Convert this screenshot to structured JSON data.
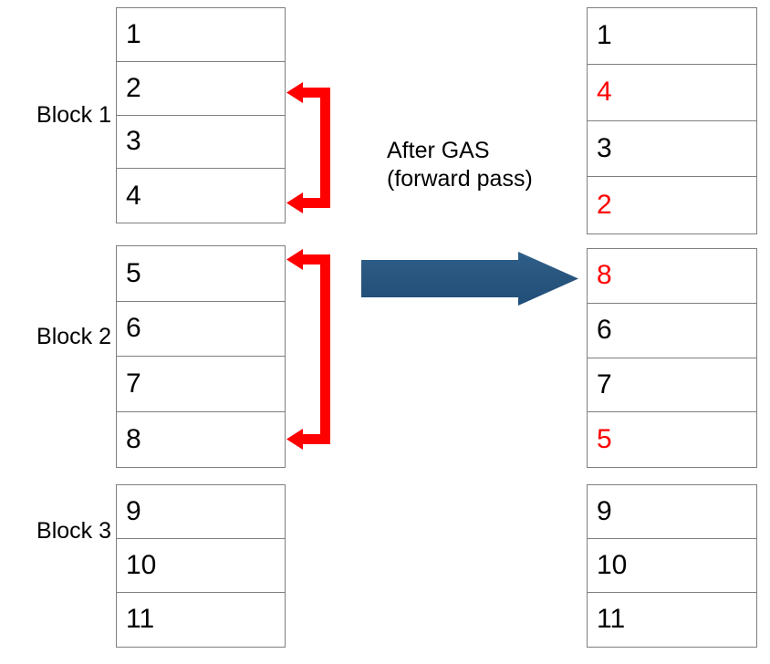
{
  "diagram": {
    "title": "GAS forward pass block reordering diagram",
    "caption": "After GAS\n(forward pass)",
    "caption_lines": [
      "After GAS",
      "(forward pass)",
      "pass)"
    ],
    "colors": {
      "highlight_red": "#ff0000",
      "arrow_blue": "#1f4e79",
      "arrow_blue_light": "#2e5f8a",
      "cell_border": "#7f7f7f",
      "text_black": "#000000",
      "background": "#ffffff"
    }
  },
  "left_table": {
    "name": "before-gas-table",
    "blocks": [
      {
        "label": "Block 1",
        "cells": [
          {
            "value": "1",
            "color": "black"
          },
          {
            "value": "2",
            "color": "black"
          },
          {
            "value": "3",
            "color": "black"
          },
          {
            "value": "4",
            "color": "black"
          }
        ]
      },
      {
        "label": "Block 2",
        "cells": [
          {
            "value": "5",
            "color": "black"
          },
          {
            "value": "6",
            "color": "black"
          },
          {
            "value": "7",
            "color": "black"
          },
          {
            "value": "8",
            "color": "black"
          }
        ]
      },
      {
        "label": "Block 3",
        "cells": [
          {
            "value": "9",
            "color": "black"
          },
          {
            "value": "10",
            "color": "black"
          },
          {
            "value": "11",
            "color": "black"
          }
        ]
      }
    ]
  },
  "right_table": {
    "name": "after-gas-table",
    "blocks": [
      {
        "cells": [
          {
            "value": "1",
            "color": "black"
          },
          {
            "value": "4",
            "color": "red"
          },
          {
            "value": "3",
            "color": "black"
          },
          {
            "value": "2",
            "color": "red"
          }
        ]
      },
      {
        "cells": [
          {
            "value": "8",
            "color": "red"
          },
          {
            "value": "6",
            "color": "black"
          },
          {
            "value": "7",
            "color": "black"
          },
          {
            "value": "5",
            "color": "red"
          }
        ]
      },
      {
        "cells": [
          {
            "value": "9",
            "color": "black"
          },
          {
            "value": "10",
            "color": "black"
          },
          {
            "value": "11",
            "color": "black"
          }
        ]
      }
    ]
  },
  "swap_markers": [
    {
      "name": "swap-bracket-block-1",
      "from_row": 2,
      "to_row": 4
    },
    {
      "name": "swap-bracket-block-2",
      "from_row": 1,
      "to_row": 4
    }
  ]
}
